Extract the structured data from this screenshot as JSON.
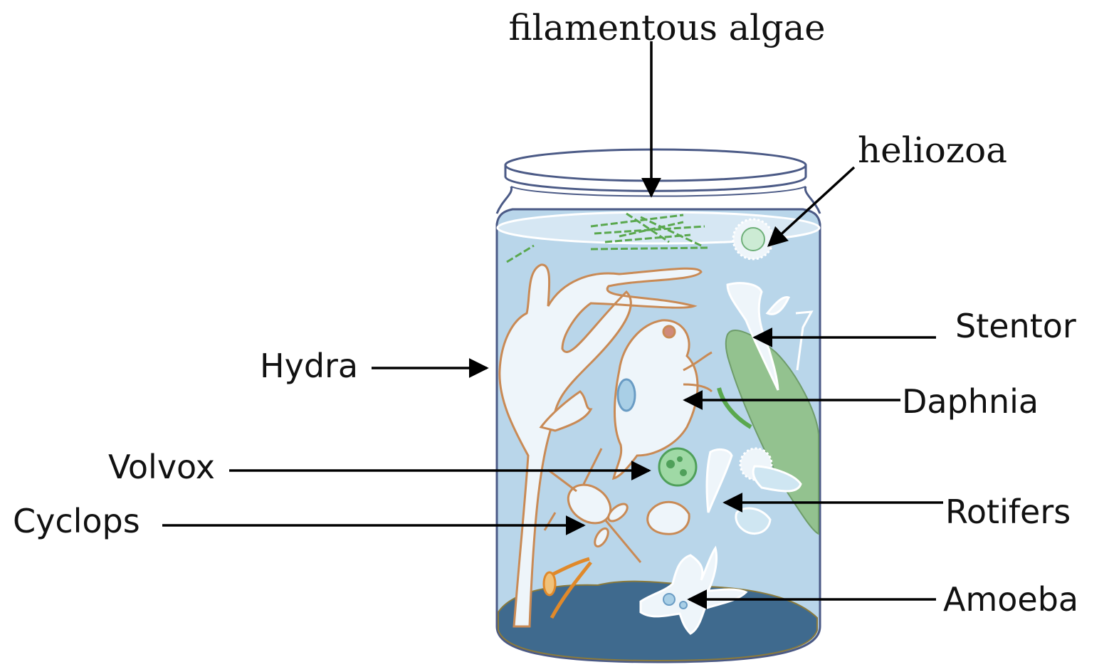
{
  "labels": {
    "filamentous_algae": "filamentous algae",
    "heliozoa": "heliozoa",
    "stentor": "Stentor",
    "hydra": "Hydra",
    "daphnia": "Daphnia",
    "volvox": "Volvox",
    "cyclops": "Cyclops",
    "rotifers": "Rotifers",
    "amoeba": "Amoeba"
  },
  "colors": {
    "water": "#b9d6ea",
    "sediment": "#3f6a8e",
    "jar_outline": "#4b5a86",
    "plant": "#93c28f",
    "organism_outline": "#c98a55",
    "organism_fill": "#eef5fa",
    "algae": "#5aa84e",
    "arrow": "#000000"
  }
}
